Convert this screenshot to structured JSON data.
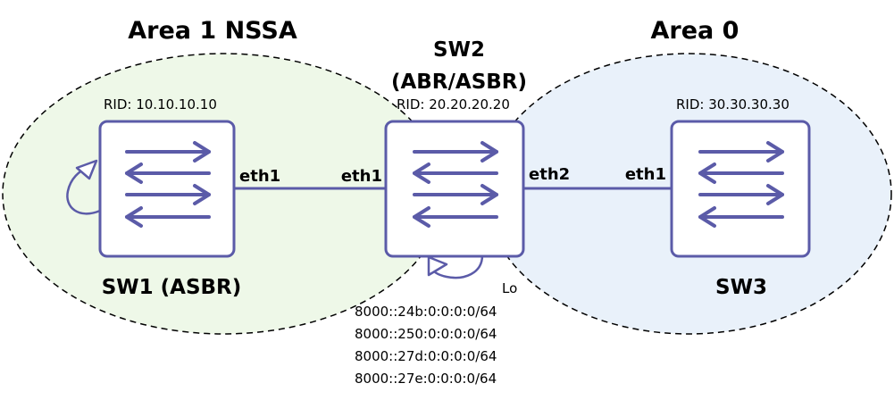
{
  "areas": {
    "left": {
      "title": "Area 1 NSSA",
      "fill": "#eef8e8"
    },
    "right": {
      "title": "Area 0",
      "fill": "#e9f1fa"
    }
  },
  "switches": {
    "sw1": {
      "name": "SW1 (ASBR)",
      "rid": "RID: 10.10.10.10",
      "port_right": "eth1"
    },
    "sw2": {
      "name_line1": "SW2",
      "name_line2": "(ABR/ASBR)",
      "rid": "RID: 20.20.20.20",
      "port_left": "eth1",
      "port_right": "eth2",
      "loopback": "Lo"
    },
    "sw3": {
      "name": "SW3",
      "rid": "RID: 30.30.30.30",
      "port_left": "eth1"
    }
  },
  "prefixes": [
    "8000::24b:0:0:0:0/64",
    "8000::250:0:0:0:0/64",
    "8000::27d:0:0:0:0/64",
    "8000::27e:0:0:0:0/64"
  ],
  "colors": {
    "switch_stroke": "#5b5ba8",
    "arrow": "#5b5ba8",
    "link": "#5b5ba8",
    "area_border": "#000000"
  },
  "icons": {
    "switch": "bidirectional-arrows-switch-icon",
    "loop": "loop-arrow-icon"
  }
}
